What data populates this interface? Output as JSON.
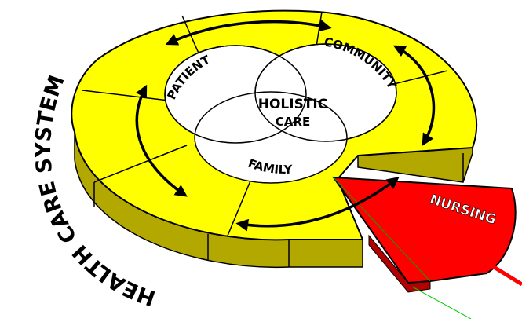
{
  "outer_label": "HEALTH CARE SYSTEM",
  "center_label_line1": "HOLISTIC",
  "center_label_line2": "CARE",
  "circle_labels": {
    "patient": "PATIENT",
    "community": "COMMUNITY",
    "family": "FAMILY"
  },
  "wedge_label": "NURSING",
  "colors": {
    "disk_top": "#ffff00",
    "disk_side": "#b3a800",
    "wedge": "#ff0000",
    "wedge_side": "#b30000",
    "outline": "#000000",
    "circle_fill": "#ffffff",
    "arrow": "#000000"
  }
}
